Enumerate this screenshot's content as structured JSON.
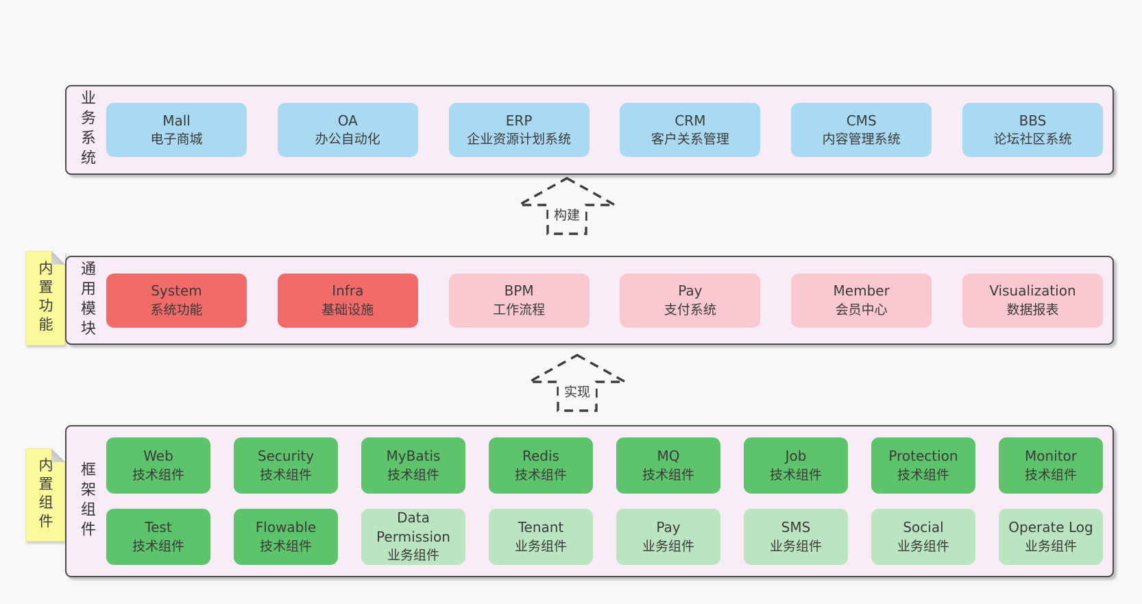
{
  "colors": {
    "page_bg": "#f8f8f8",
    "band_bg": "#f8edf6",
    "band_border": "#4a4a4a",
    "blue_box": "#a9daf2",
    "red_box": "#f16b6b",
    "pink_box": "#f9c8d1",
    "green_box": "#5ec46b",
    "light_green_box": "#bbe5c0",
    "sticky_yellow": "#fbf99c",
    "text": "#3a3a3a"
  },
  "arrows": {
    "build": "构建",
    "implement": "实现"
  },
  "bands": {
    "business": {
      "label": "业务系统",
      "boxes": [
        {
          "title": "Mall",
          "subtitle": "电子商城"
        },
        {
          "title": "OA",
          "subtitle": "办公自动化"
        },
        {
          "title": "ERP",
          "subtitle": "企业资源计划系统"
        },
        {
          "title": "CRM",
          "subtitle": "客户关系管理"
        },
        {
          "title": "CMS",
          "subtitle": "内容管理系统"
        },
        {
          "title": "BBS",
          "subtitle": "论坛社区系统"
        }
      ]
    },
    "modules": {
      "label": "通用模块",
      "sticky": "内置功能",
      "boxes": [
        {
          "title": "System",
          "subtitle": "系统功能"
        },
        {
          "title": "Infra",
          "subtitle": "基础设施"
        },
        {
          "title": "BPM",
          "subtitle": "工作流程"
        },
        {
          "title": "Pay",
          "subtitle": "支付系统"
        },
        {
          "title": "Member",
          "subtitle": "会员中心"
        },
        {
          "title": "Visualization",
          "subtitle": "数据报表"
        }
      ]
    },
    "framework": {
      "label": "框架组件",
      "sticky": "内置组件",
      "rows": [
        [
          {
            "title": "Web",
            "subtitle": "技术组件"
          },
          {
            "title": "Security",
            "subtitle": "技术组件"
          },
          {
            "title": "MyBatis",
            "subtitle": "技术组件"
          },
          {
            "title": "Redis",
            "subtitle": "技术组件"
          },
          {
            "title": "MQ",
            "subtitle": "技术组件"
          },
          {
            "title": "Job",
            "subtitle": "技术组件"
          },
          {
            "title": "Protection",
            "subtitle": "技术组件"
          },
          {
            "title": "Monitor",
            "subtitle": "技术组件"
          }
        ],
        [
          {
            "title": "Test",
            "subtitle": "技术组件"
          },
          {
            "title": "Flowable",
            "subtitle": "技术组件"
          },
          {
            "title": "Data Permission",
            "subtitle": "业务组件"
          },
          {
            "title": "Tenant",
            "subtitle": "业务组件"
          },
          {
            "title": "Pay",
            "subtitle": "业务组件"
          },
          {
            "title": "SMS",
            "subtitle": "业务组件"
          },
          {
            "title": "Social",
            "subtitle": "业务组件"
          },
          {
            "title": "Operate Log",
            "subtitle": "业务组件"
          }
        ]
      ]
    }
  }
}
